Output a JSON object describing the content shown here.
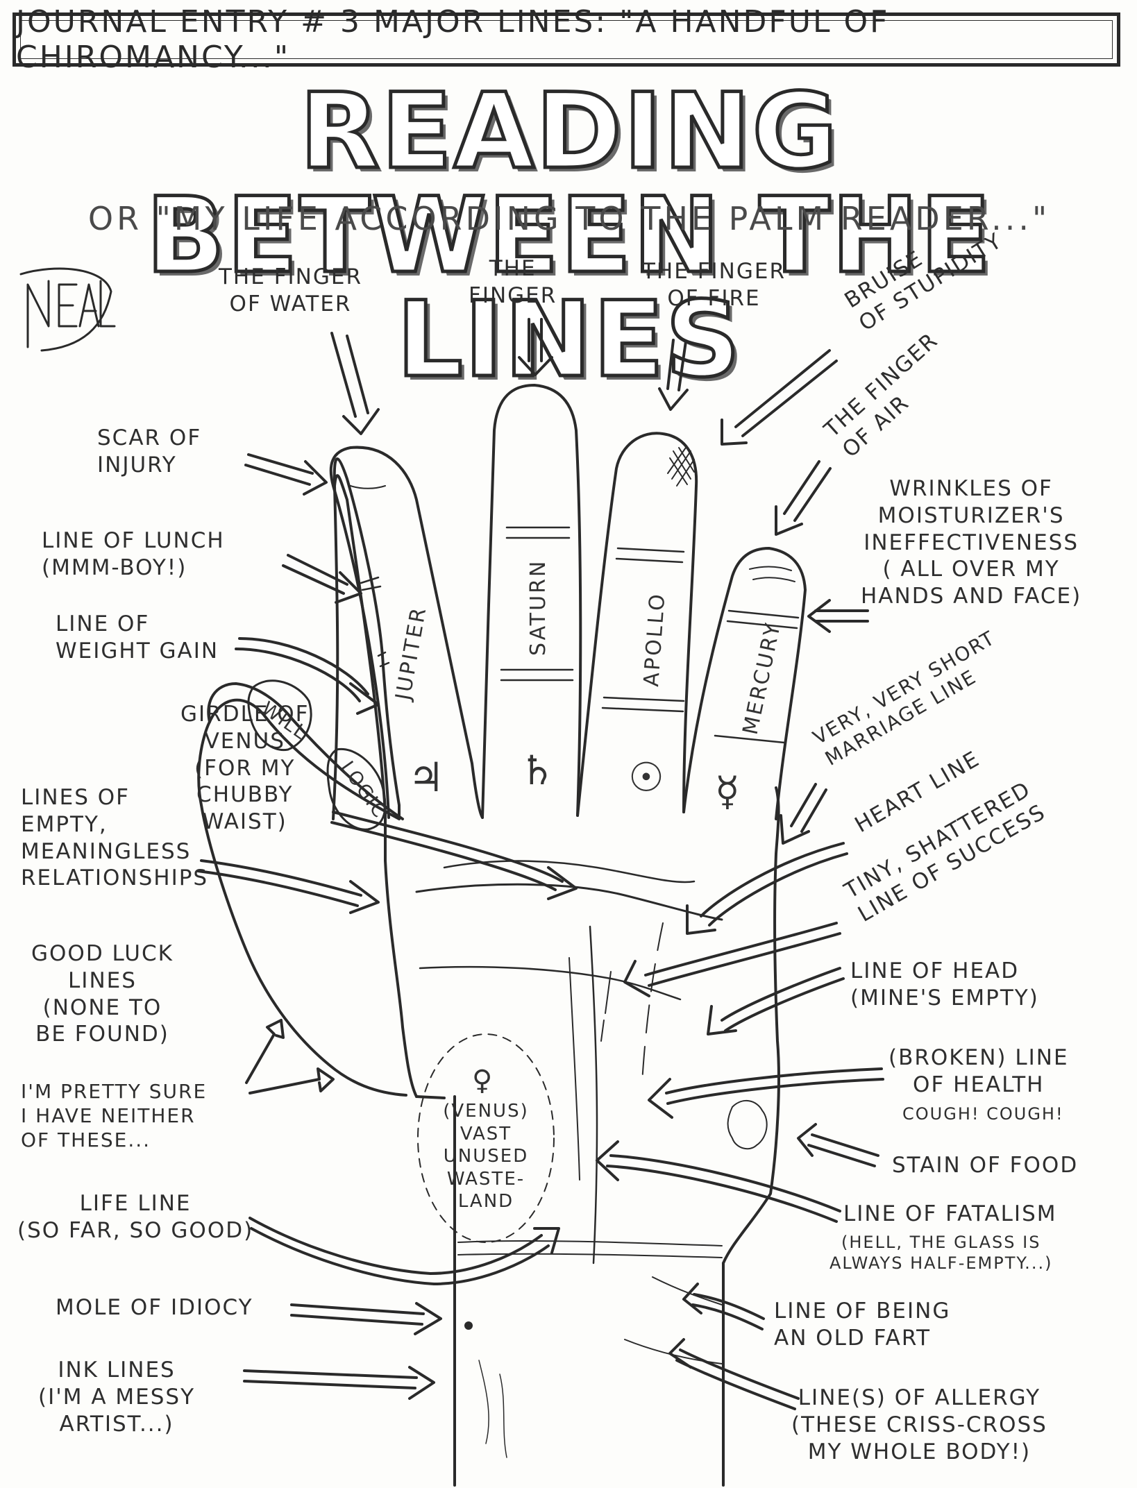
{
  "header": {
    "journal_title": "JOURNAL ENTRY # 3 MAJOR LINES: \"A HANDFUL OF CHIROMANCY...\"",
    "main_title": "READING BETWEEN THE LINES",
    "subtitle": "OR \"MY LIFE ACCORDING TO THE PALM READER...\"",
    "signature": "NEAL"
  },
  "fingers": {
    "jupiter": "JUPITER",
    "saturn": "SATURN",
    "apollo": "APOLLO",
    "mercury": "MERCURY",
    "jupiter_symbol": "♃",
    "saturn_symbol": "♄",
    "apollo_symbol": "☉",
    "mercury_symbol": "☿"
  },
  "thumb": {
    "will": "WILL",
    "logic": "LOGIC"
  },
  "palm": {
    "venus_symbol": "♀",
    "venus_text": "(VENUS)\nVAST\nUNUSED\nWASTE-\nLAND"
  },
  "labels": {
    "finger_of_water": "THE FINGER\nOF WATER",
    "the_finger": "THE\nFINGER",
    "finger_of_fire": "THE FINGER\nOF FIRE",
    "bruise_of_stupidity": "BRUISE\nOF STUPIDITY",
    "finger_of_air": "THE FINGER\nOF AIR",
    "scar_of_injury": "SCAR OF\nINJURY",
    "line_of_lunch": "LINE OF LUNCH\n(MMM-BOY!)",
    "line_of_weight_gain": "LINE OF\nWEIGHT GAIN",
    "wrinkles": "WRINKLES OF\nMOISTURIZER'S\nINEFFECTIVENESS\n( ALL OVER MY\nHANDS AND FACE)",
    "girdle_of_venus": "GIRDLE OF\nVENUS\n(FOR MY\nCHUBBY\nWAIST)",
    "marriage_line": "VERY, VERY SHORT\nMARRIAGE LINE",
    "lines_of_empty": "LINES OF\nEMPTY,\nMEANINGLESS\nRELATIONSHIPS",
    "heart_line": "HEART LINE",
    "success_line": "TINY, SHATTERED\nLINE OF SUCCESS",
    "good_luck": "GOOD LUCK\nLINES\n(NONE TO\nBE FOUND)",
    "line_of_head": "LINE OF HEAD\n(MINE'S EMPTY)",
    "neither": "I'M PRETTY SURE\nI HAVE NEITHER\nOF THESE...",
    "line_of_health": "(BROKEN) LINE\nOF HEALTH",
    "cough": "COUGH! COUGH!",
    "stain_of_food": "STAIN OF FOOD",
    "life_line": "LIFE LINE\n(SO FAR, SO GOOD)",
    "line_of_fatalism": "LINE OF FATALISM",
    "fatalism_note": "(HELL, THE GLASS IS\nALWAYS HALF-EMPTY...)",
    "mole_of_idiocy": "MOLE OF IDIOCY",
    "old_fart": "LINE OF BEING\nAN OLD FART",
    "ink_lines": "INK LINES\n(I'M A MESSY\nARTIST...)",
    "allergy": "LINE(S) OF ALLERGY\n(THESE CRISS-CROSS\nMY WHOLE BODY!)"
  },
  "colors": {
    "ink": "#2a2a2a",
    "paper": "#fdfdfb"
  }
}
